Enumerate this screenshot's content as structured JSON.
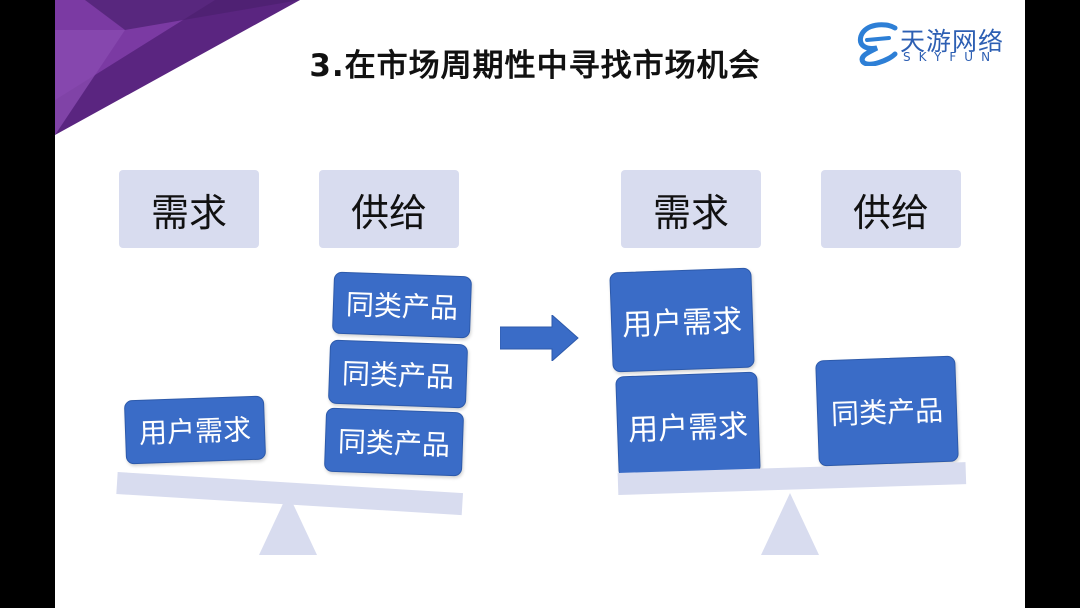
{
  "slide": {
    "title": "3.在市场周期性中寻找市场机会"
  },
  "logo": {
    "name_cn": "天游网络",
    "name_en": "SKYFUN"
  },
  "left_scale": {
    "demand_label": "需求",
    "supply_label": "供给",
    "demand_blocks": [
      "用户需求"
    ],
    "supply_blocks": [
      "同类产品",
      "同类产品",
      "同类产品"
    ]
  },
  "right_scale": {
    "demand_label": "需求",
    "supply_label": "供给",
    "demand_blocks": [
      "用户需求",
      "用户需求"
    ],
    "supply_blocks": [
      "同类产品"
    ]
  },
  "colors": {
    "block": "#3a6cc7",
    "label_box": "#d8dcef",
    "beam": "#d8dcef",
    "corner_purple": "#6b2f8f",
    "arrow": "#3a6cc7"
  },
  "icons": {
    "arrow": "right-arrow-icon",
    "fulcrum": "triangle-fulcrum-icon",
    "logo": "skyfun-logo-icon"
  }
}
